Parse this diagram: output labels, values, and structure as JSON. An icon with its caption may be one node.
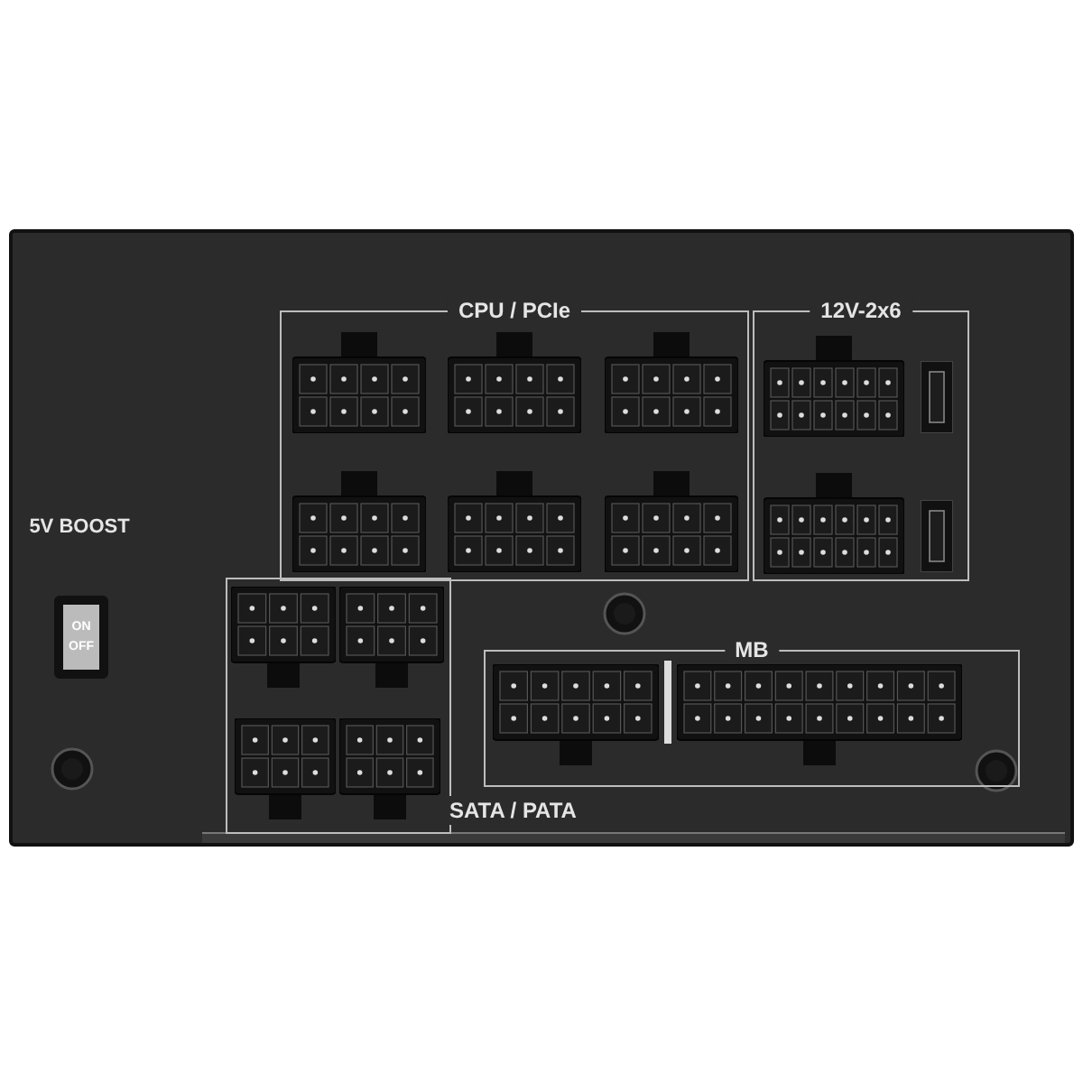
{
  "diagram": {
    "nodes": [
      {
        "text": [
          "CPU / PCIe"
        ]
      },
      {
        "text": [
          "12V-2x6"
        ]
      },
      {
        "text": [
          "SATA / PATA"
        ]
      },
      {
        "text": [
          "MB"
        ]
      },
      {
        "text": [
          "ON",
          "OFF"
        ],
        "beside": [
          "5V BOOST"
        ]
      }
    ]
  }
}
